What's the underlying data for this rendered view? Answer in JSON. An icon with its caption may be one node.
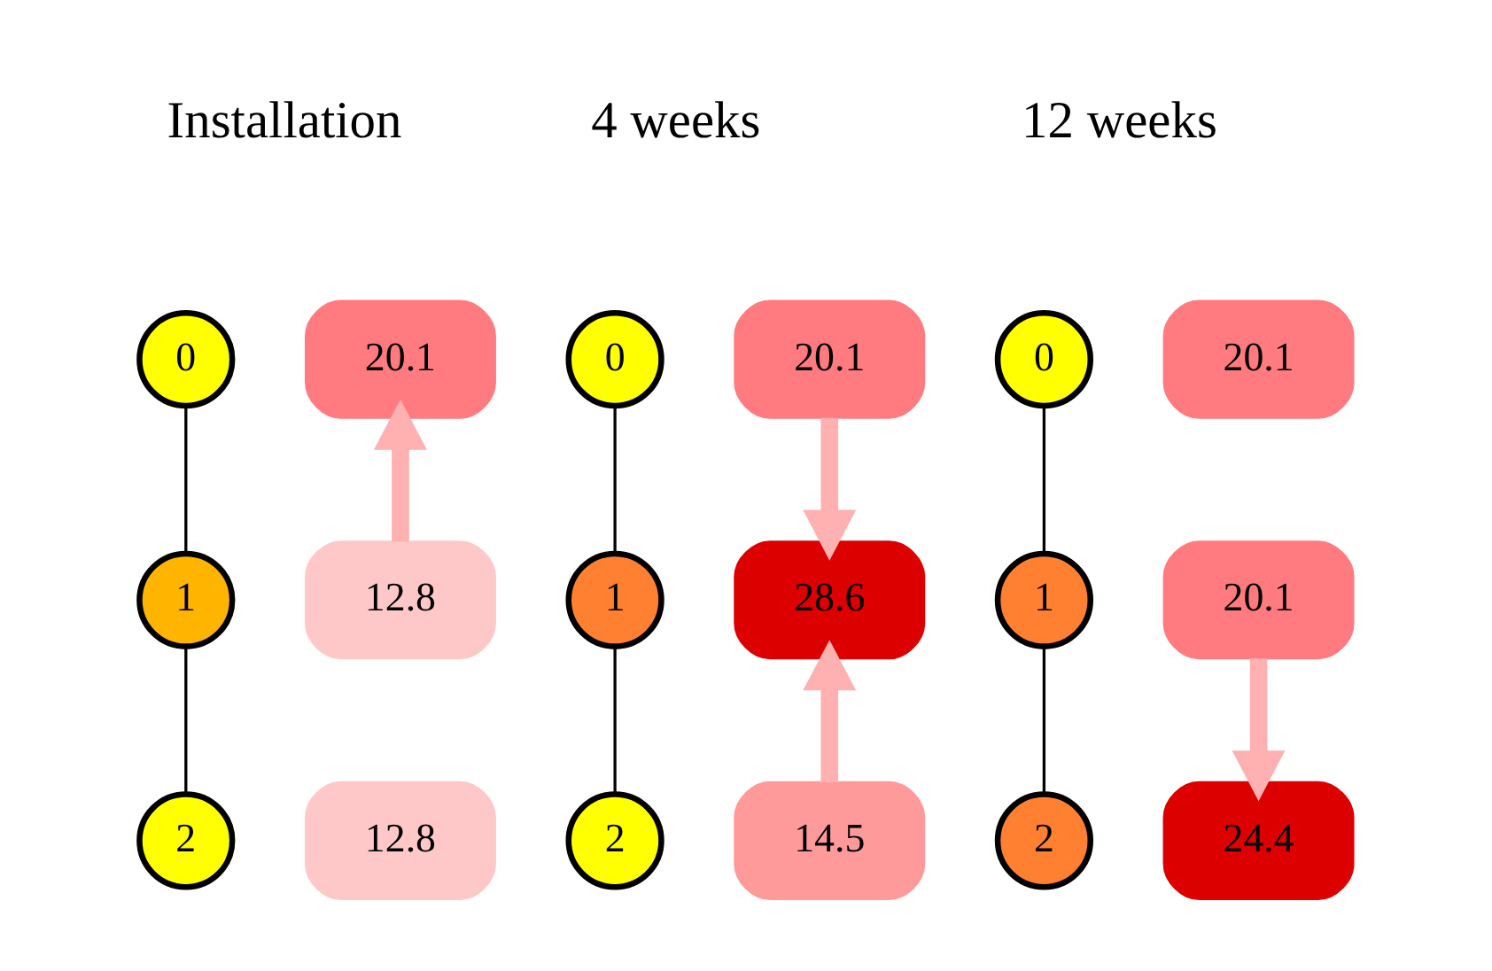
{
  "diagram": {
    "nodes": [
      {
        "text": [
          "0"
        ]
      },
      {
        "text": [
          "20.1"
        ]
      },
      {
        "text": [
          "1"
        ]
      },
      {
        "text": [
          "12.8"
        ]
      },
      {
        "text": [
          "2"
        ]
      },
      {
        "text": [
          "12.8"
        ]
      },
      {
        "text": [
          "0"
        ]
      },
      {
        "text": [
          "20.1"
        ]
      },
      {
        "text": [
          "1"
        ]
      },
      {
        "text": [
          "28.6"
        ]
      },
      {
        "text": [
          "2"
        ]
      },
      {
        "text": [
          "14.5"
        ]
      },
      {
        "text": [
          "0"
        ]
      },
      {
        "text": [
          "20.1"
        ]
      },
      {
        "text": [
          "1"
        ]
      },
      {
        "text": [
          "20.1"
        ]
      },
      {
        "text": [
          "2"
        ]
      },
      {
        "text": [
          "24.4"
        ]
      }
    ],
    "edges": [
      {
        "from": 0,
        "to": 2,
        "arrow": "none"
      },
      {
        "from": 2,
        "to": 4,
        "arrow": "none"
      },
      {
        "from": 3,
        "to": 1,
        "arrow": "to",
        "style": "thick",
        "color": "#ffb0b0"
      },
      {
        "from": 6,
        "to": 8,
        "arrow": "none"
      },
      {
        "from": 8,
        "to": 10,
        "arrow": "none"
      },
      {
        "from": 7,
        "to": 9,
        "arrow": "to",
        "style": "thick",
        "color": "#ffb0b0"
      },
      {
        "from": 11,
        "to": 9,
        "arrow": "to",
        "style": "thick",
        "color": "#ffb0b0"
      },
      {
        "from": 12,
        "to": 14,
        "arrow": "none"
      },
      {
        "from": 14,
        "to": 16,
        "arrow": "none"
      },
      {
        "from": 15,
        "to": 17,
        "arrow": "to",
        "style": "thick",
        "color": "#ffb0b0"
      }
    ],
    "labels": [
      "Installation",
      "4 weeks",
      "12 weeks"
    ]
  }
}
